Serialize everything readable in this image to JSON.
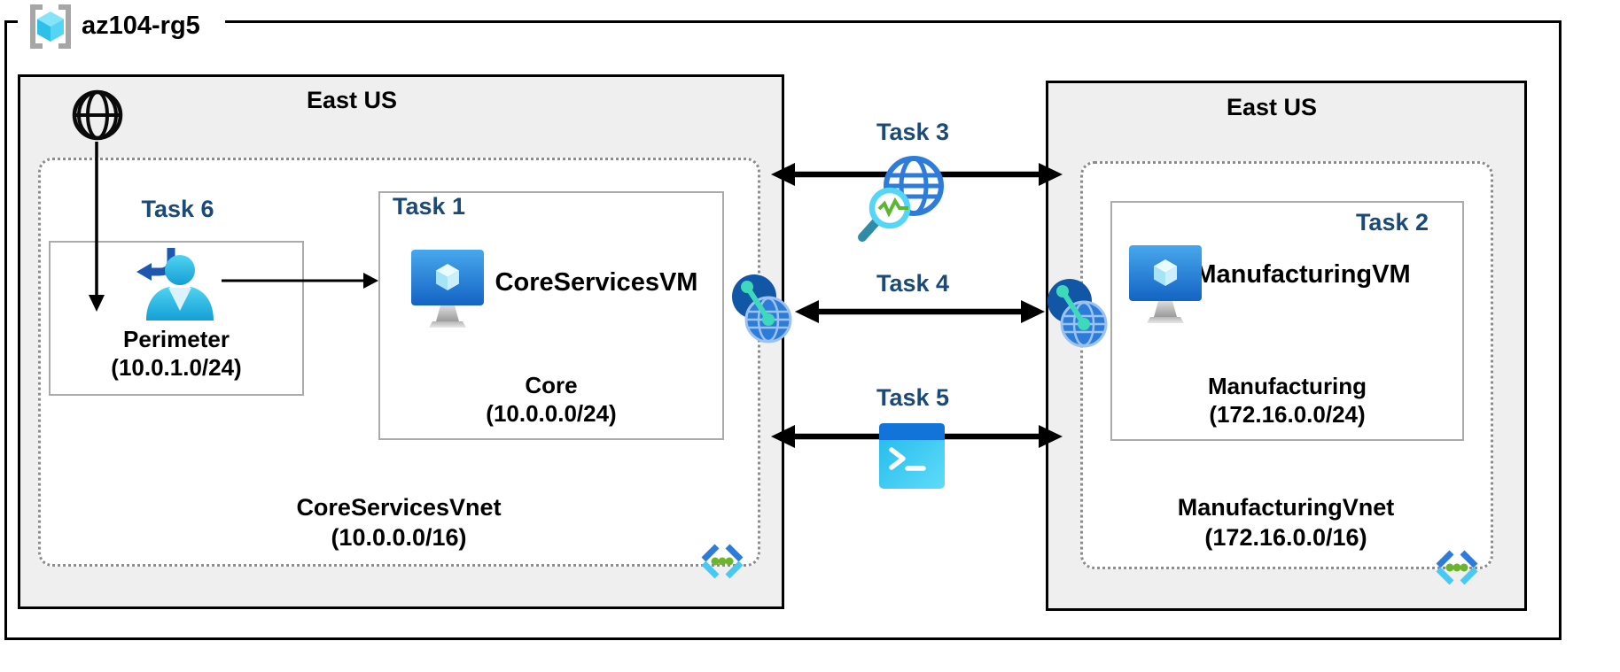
{
  "resource_group": {
    "name": "az104-rg5"
  },
  "regions": {
    "left": {
      "name": "East US",
      "vnet_name": "CoreServicesVnet",
      "vnet_cidr": "(10.0.0.0/16)",
      "subnets": {
        "perimeter": {
          "task": "Task 6",
          "name": "Perimeter",
          "cidr": "(10.0.1.0/24)"
        },
        "core": {
          "task": "Task 1",
          "vm": "CoreServicesVM",
          "name": "Core",
          "cidr": "(10.0.0.0/24)"
        }
      }
    },
    "right": {
      "name": "East US",
      "vnet_name": "ManufacturingVnet",
      "vnet_cidr": "(172.16.0.0/16)",
      "subnets": {
        "manufacturing": {
          "task": "Task 2",
          "vm": "ManufacturingVM",
          "name": "Manufacturing",
          "cidr": "(172.16.0.0/24)"
        }
      }
    }
  },
  "connections": {
    "task3": "Task 3",
    "task4": "Task 4",
    "task5": "Task 5"
  },
  "icons": {
    "resource_group_icon": "azure-resource-group-brackets-cube",
    "internet_icon": "globe-wireframe",
    "signin_user_icon": "user-with-return-arrow",
    "vm_icon": "azure-virtual-machine-monitor-cube",
    "vnet_icon": "angle-brackets-with-green-dots",
    "peering_icon": "network-peering-globes",
    "network_watcher_icon": "globe-with-magnifier-pulse",
    "cloud_shell_icon": "terminal-prompt-window"
  },
  "colors": {
    "task_label": "#1a4a75",
    "region_fill": "#efefef",
    "outline": "#000000",
    "dotted_border": "#8c8c8c",
    "subnet_border": "#ababab",
    "arrow": "#000000",
    "azure_blue": "#2e7cd9",
    "cyan": "#49c8f2",
    "teal": "#3ed9ba",
    "green": "#6cb42c"
  }
}
